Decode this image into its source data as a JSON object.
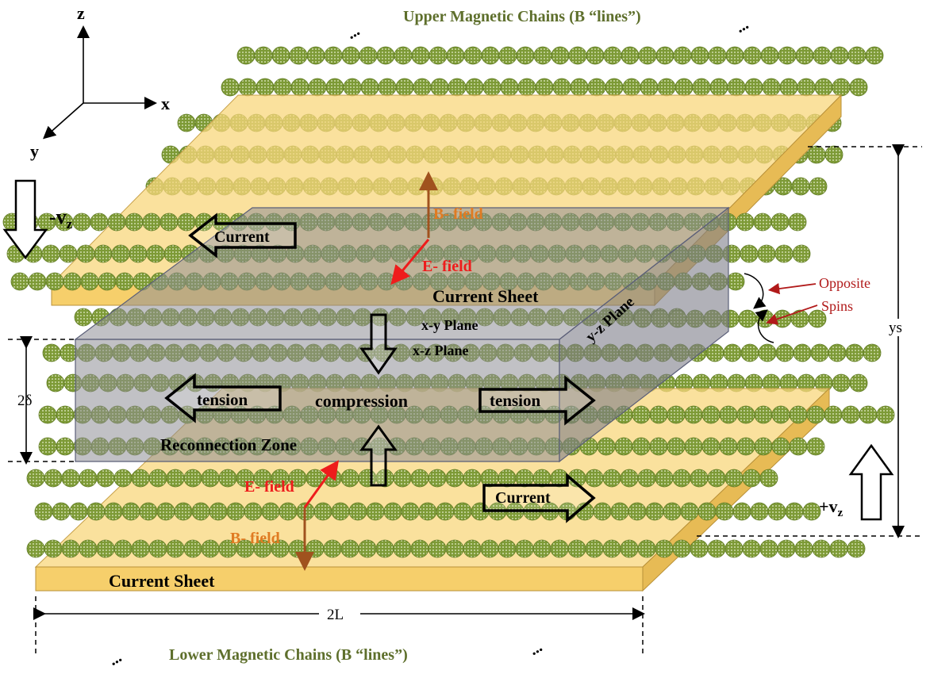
{
  "labels": {
    "upper_chains": "Upper Magnetic Chains (B “lines”)",
    "lower_chains": "Lower Magnetic Chains (B “lines”)",
    "axis_z": "z",
    "axis_x": "x",
    "axis_y": "y",
    "minus_vz": "-v",
    "minus_vz_sub": "z",
    "plus_vz": "+v",
    "plus_vz_sub": "z",
    "current_upper": "Current",
    "current_lower": "Current",
    "current_sheet_upper": "Current Sheet",
    "current_sheet_lower": "Current Sheet",
    "b_field_upper": "B- field",
    "e_field_upper": "E- field",
    "e_field_lower": "E- field",
    "b_field_lower": "B- field",
    "xy_plane": "x-y Plane",
    "xz_plane": "x-z Plane",
    "yz_plane": "y-z Plane",
    "tension_left": "tension",
    "tension_right": "tension",
    "compression": "compression",
    "reconnection_zone": "Reconnection Zone",
    "two_delta": "2δ",
    "ys": "ys",
    "two_L": "2L",
    "opposite": "Opposite",
    "spins": "Spins",
    "ellipsis": "•••"
  },
  "colors": {
    "chain_green": "#7d9a36",
    "sheet_yellow": "#f8d77c",
    "zone_gray": "#8e8e96",
    "e_field": "#ee1c1c",
    "b_field": "#a0521e",
    "title_green": "#5e6f2c"
  }
}
